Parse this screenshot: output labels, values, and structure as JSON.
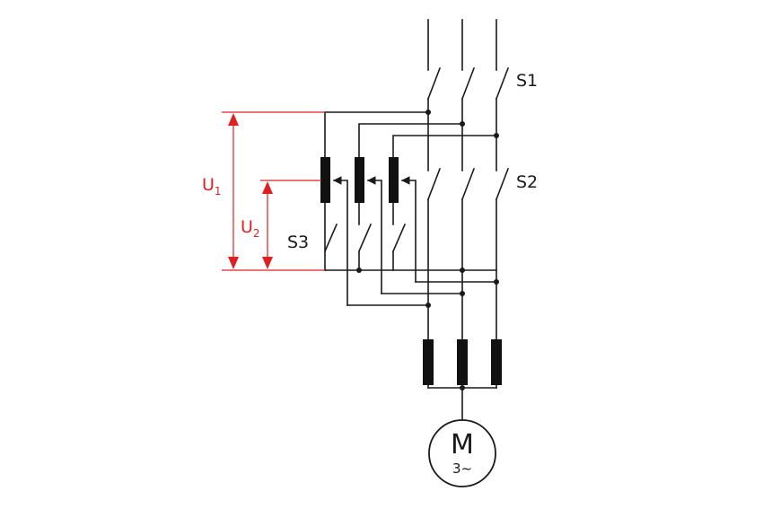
{
  "labels": {
    "s1": "S1",
    "s2": "S2",
    "s3": "S3"
  },
  "voltages": {
    "u1_main": "U",
    "u1_sub": "1",
    "u2_main": "U",
    "u2_sub": "2"
  },
  "motor": {
    "letter": "M",
    "phase": "3~"
  },
  "colors": {
    "line": "#1a1a1a",
    "voltage_marker": "#e02020"
  }
}
